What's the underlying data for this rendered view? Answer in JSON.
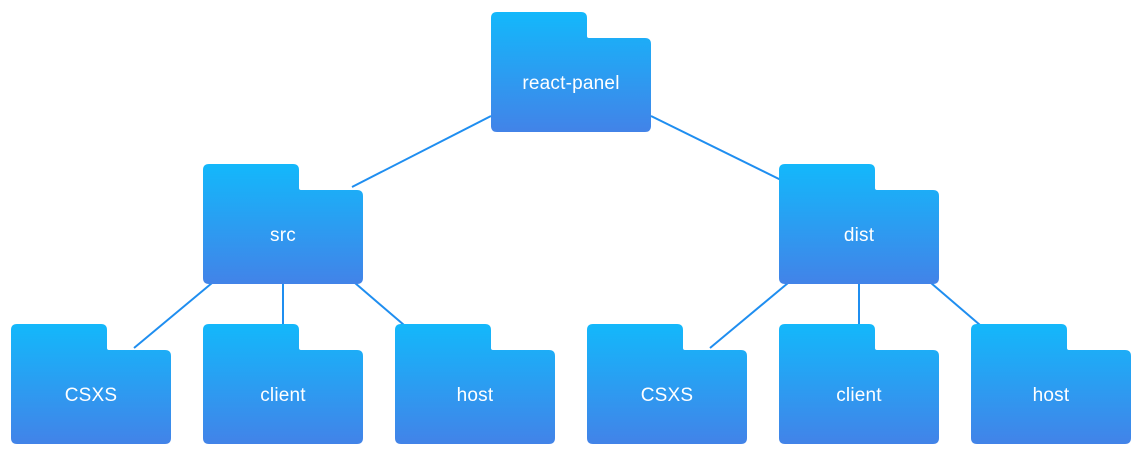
{
  "colors": {
    "folder_top": "#13b8fb",
    "folder_bottom": "#4283e8",
    "connector": "#1f8ef0",
    "background": "#ffffff"
  },
  "tree": {
    "root": {
      "label": "react-panel",
      "icon": "folder-icon"
    },
    "src": {
      "label": "src",
      "icon": "folder-icon",
      "children": [
        {
          "label": "CSXS",
          "icon": "folder-icon"
        },
        {
          "label": "client",
          "icon": "folder-icon"
        },
        {
          "label": "host",
          "icon": "folder-icon"
        }
      ]
    },
    "dist": {
      "label": "dist",
      "icon": "folder-icon",
      "children": [
        {
          "label": "CSXS",
          "icon": "folder-icon"
        },
        {
          "label": "client",
          "icon": "folder-icon"
        },
        {
          "label": "host",
          "icon": "folder-icon"
        }
      ]
    }
  }
}
